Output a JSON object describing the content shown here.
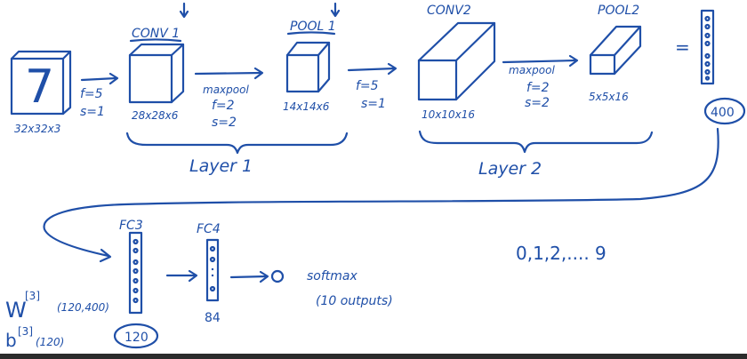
{
  "colors": {
    "ink": "#1f4fa8",
    "background": "#ffffff"
  },
  "input": {
    "digit": "7",
    "size": "32x32x3"
  },
  "conv1": {
    "title": "CONV 1",
    "size": "28x28x6",
    "params": [
      "f=5",
      "s=1"
    ]
  },
  "pool1": {
    "title": "POOL 1",
    "size": "14x14x6",
    "params": [
      "maxpool",
      "f=2",
      "s=2"
    ]
  },
  "conv2": {
    "title": "CONV2",
    "size": "10x10x16",
    "params": [
      "f=5",
      "s=1"
    ]
  },
  "pool2": {
    "title": "POOL2",
    "size": "5x5x16",
    "params": [
      "maxpool",
      "f=2",
      "s=2"
    ]
  },
  "flatten": {
    "equals": "=",
    "count": "400"
  },
  "layers": {
    "layer1": "Layer 1",
    "layer2": "Layer 2"
  },
  "fc3": {
    "title": "FC3",
    "weight_symbol": "W",
    "weight_sup": "[3]",
    "weight_shape": "(120,400)",
    "bias_symbol": "b",
    "bias_sup": "[3]",
    "bias_shape": "(120)",
    "count": "120"
  },
  "fc4": {
    "title": "FC4",
    "count": "84"
  },
  "output": {
    "label": "softmax",
    "note": "(10 outputs)",
    "classes": "0,1,2,.... 9"
  }
}
